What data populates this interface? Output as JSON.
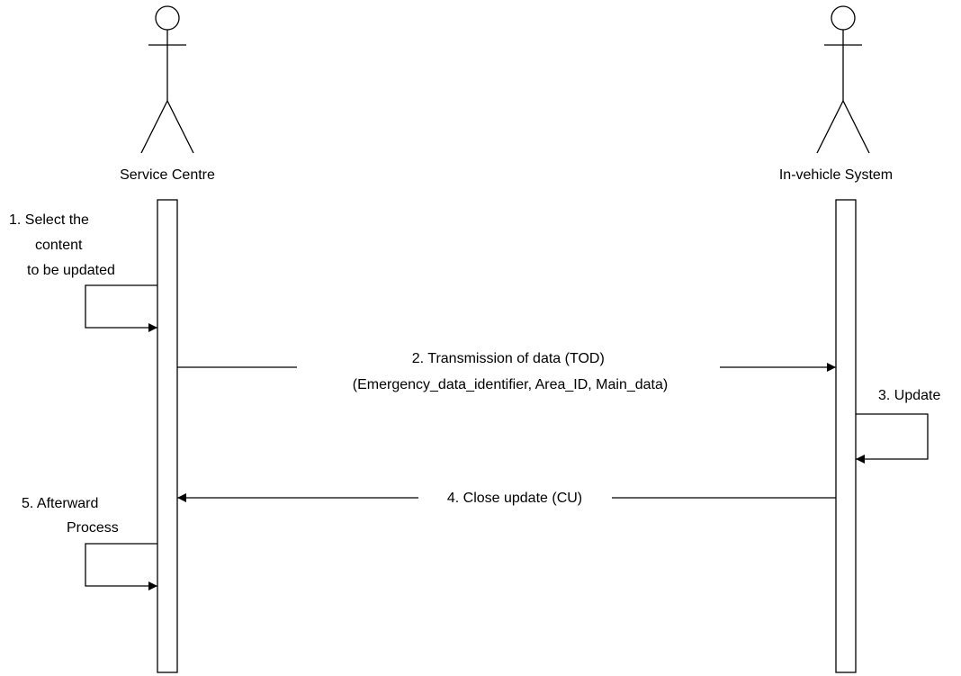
{
  "actors": {
    "left": {
      "name": "Service Centre"
    },
    "right": {
      "name": "In-vehicle System"
    }
  },
  "steps": {
    "step1": {
      "lines": [
        "1. Select the",
        "content",
        "to be updated"
      ]
    },
    "step2": {
      "lines": [
        "2. Transmission of data  (TOD)",
        "(Emergency_data_identifier, Area_ID, Main_data)"
      ]
    },
    "step3": {
      "label": "3. Update"
    },
    "step4": {
      "label": "4. Close update (CU)"
    },
    "step5": {
      "lines": [
        "5. Afterward",
        "Process"
      ]
    }
  },
  "colors": {
    "line": "#000000",
    "background": "#ffffff"
  }
}
